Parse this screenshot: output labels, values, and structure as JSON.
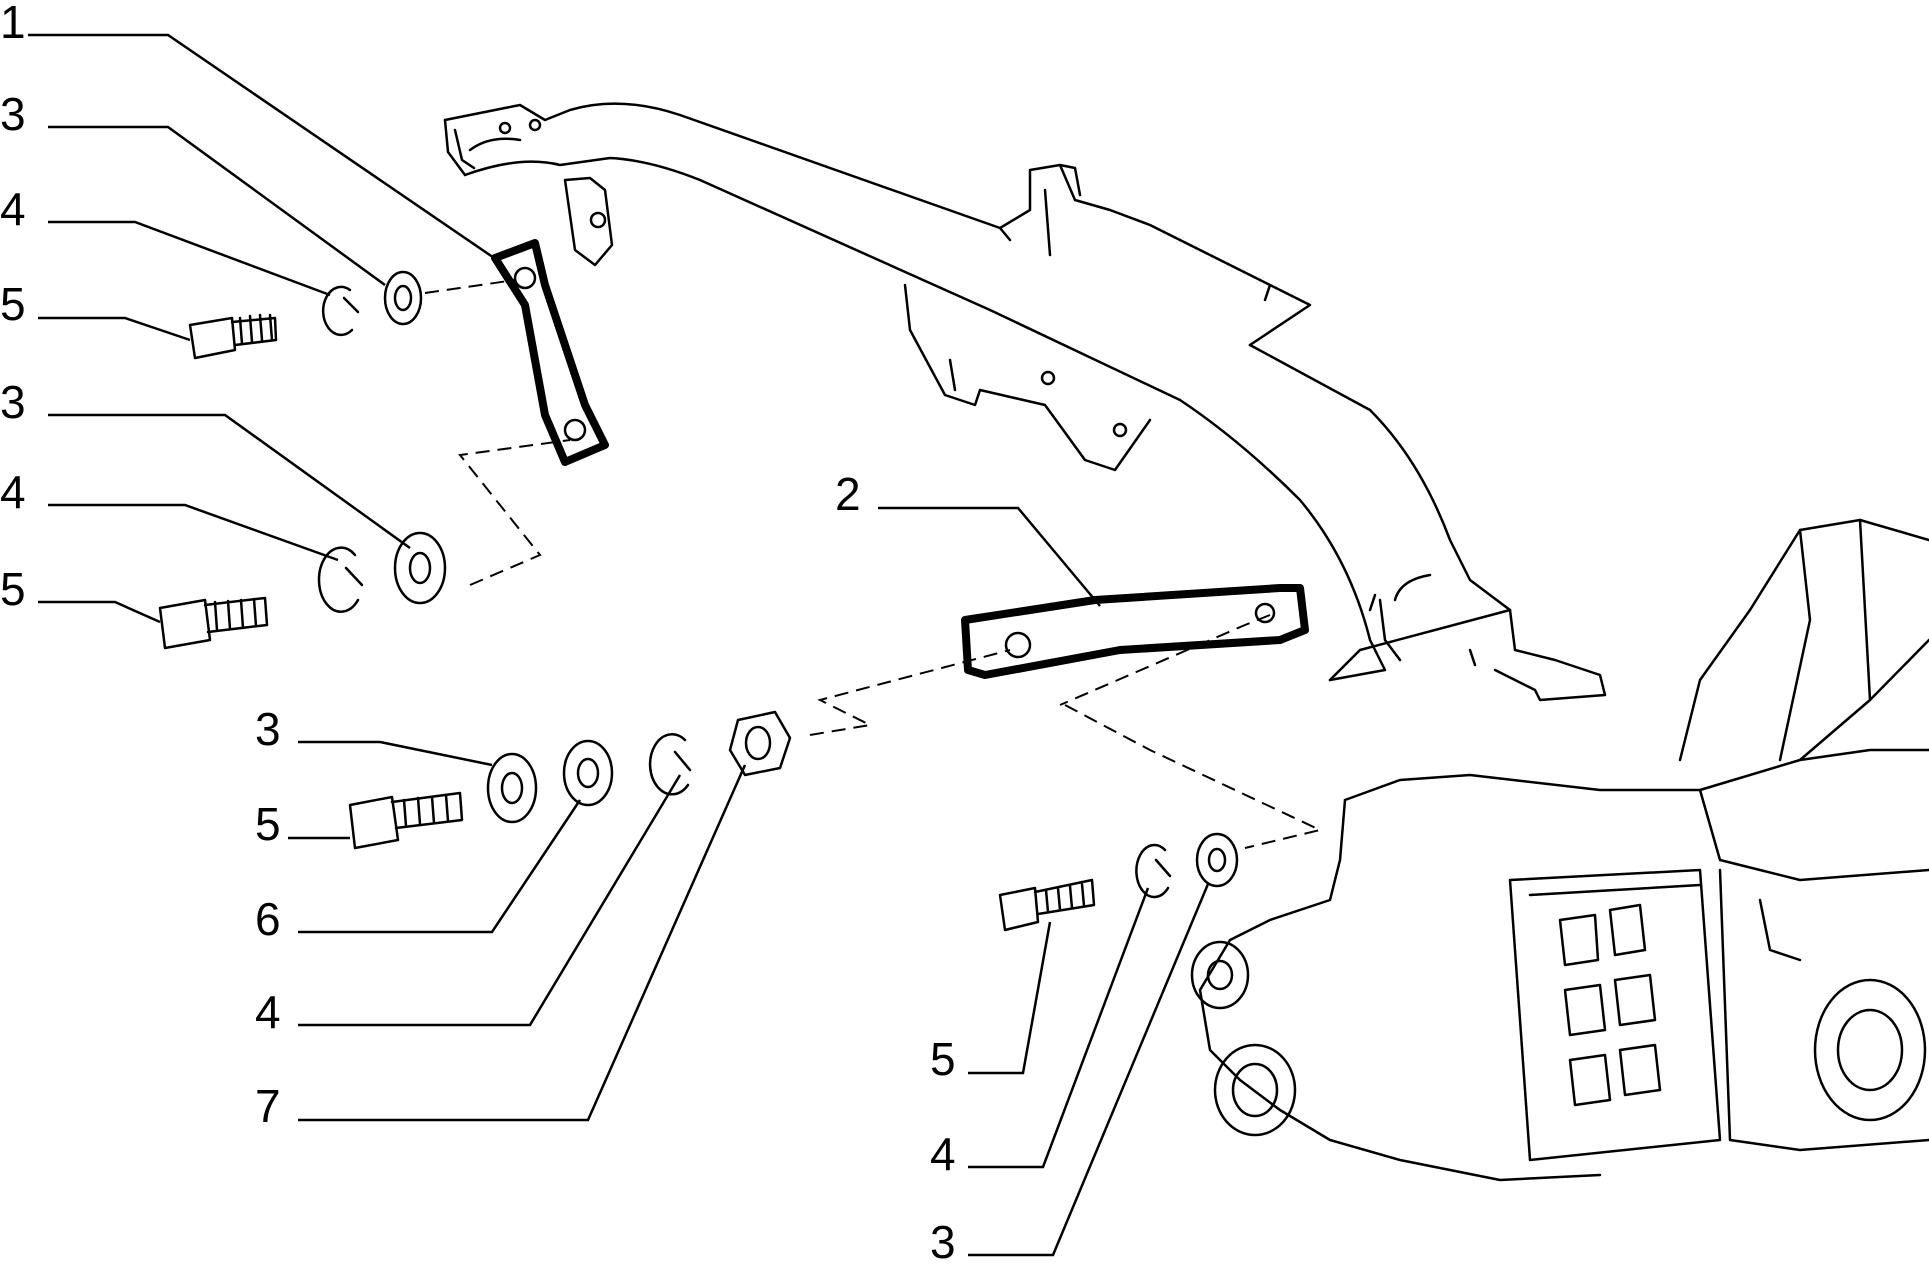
{
  "callouts": [
    {
      "id": "c1",
      "text": "1"
    },
    {
      "id": "c2",
      "text": "3"
    },
    {
      "id": "c3",
      "text": "4"
    },
    {
      "id": "c4",
      "text": "5"
    },
    {
      "id": "c5",
      "text": "3"
    },
    {
      "id": "c6",
      "text": "4"
    },
    {
      "id": "c7",
      "text": "5"
    },
    {
      "id": "c8",
      "text": "2"
    },
    {
      "id": "c9",
      "text": "3"
    },
    {
      "id": "c10",
      "text": "5"
    },
    {
      "id": "c11",
      "text": "6"
    },
    {
      "id": "c12",
      "text": "4"
    },
    {
      "id": "c13",
      "text": "7"
    },
    {
      "id": "c14",
      "text": "5"
    },
    {
      "id": "c15",
      "text": "4"
    },
    {
      "id": "c16",
      "text": "3"
    }
  ]
}
